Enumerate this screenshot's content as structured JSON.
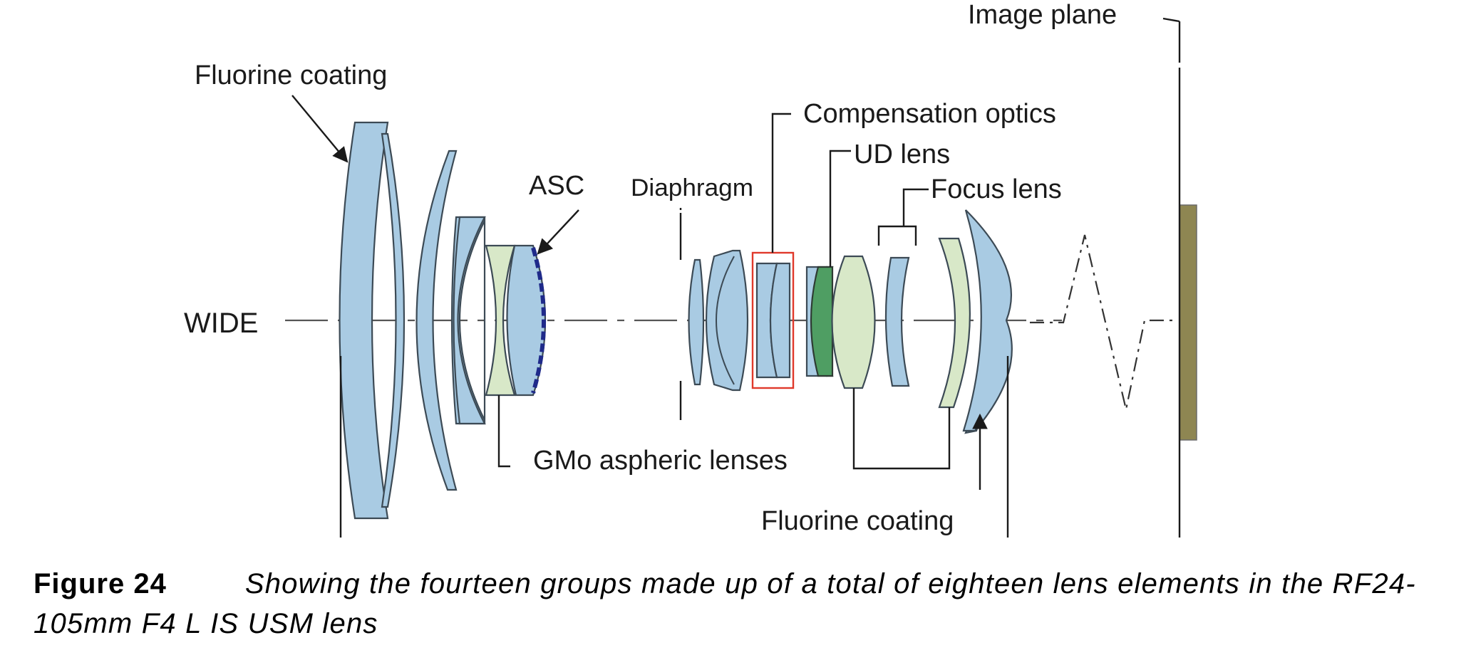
{
  "labels": {
    "image_plane": "Image plane",
    "fluorine_coating_top": "Fluorine coating",
    "compensation_optics": "Compensation optics",
    "ud_lens": "UD lens",
    "asc": "ASC",
    "diaphragm": "Diaphragm",
    "focus_lens": "Focus lens",
    "wide": "WIDE",
    "gmo_aspheric": "GMo aspheric lenses",
    "fluorine_coating_bottom": "Fluorine coating"
  },
  "caption": {
    "number": "Figure 24",
    "text": "Showing the fourteen groups made up of a total of eighteen lens elements in the RF24-105mm F4 L IS USM lens"
  },
  "colors": {
    "lens_blue": "#a9cbe3",
    "lens_light_green": "#d8e8c8",
    "ud_lens_green": "#4f9e63",
    "compensation_box": "#e0392b",
    "asc_coating": "#1f2a8a",
    "image_plane": "#8e8652"
  }
}
